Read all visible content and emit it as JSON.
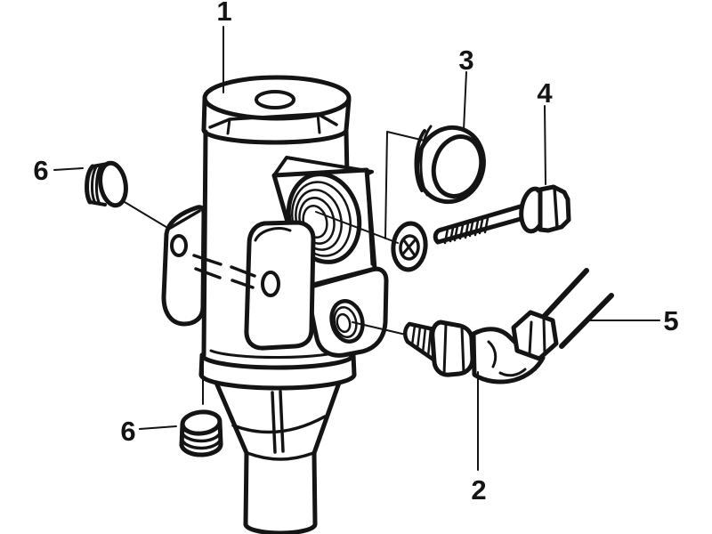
{
  "diagram": {
    "background_color": "#ffffff",
    "line_color": "#141414",
    "callouts": [
      {
        "label": "1"
      },
      {
        "label": "2"
      },
      {
        "label": "3"
      },
      {
        "label": "4"
      },
      {
        "label": "5"
      },
      {
        "label": "6"
      },
      {
        "label": "6"
      }
    ]
  }
}
